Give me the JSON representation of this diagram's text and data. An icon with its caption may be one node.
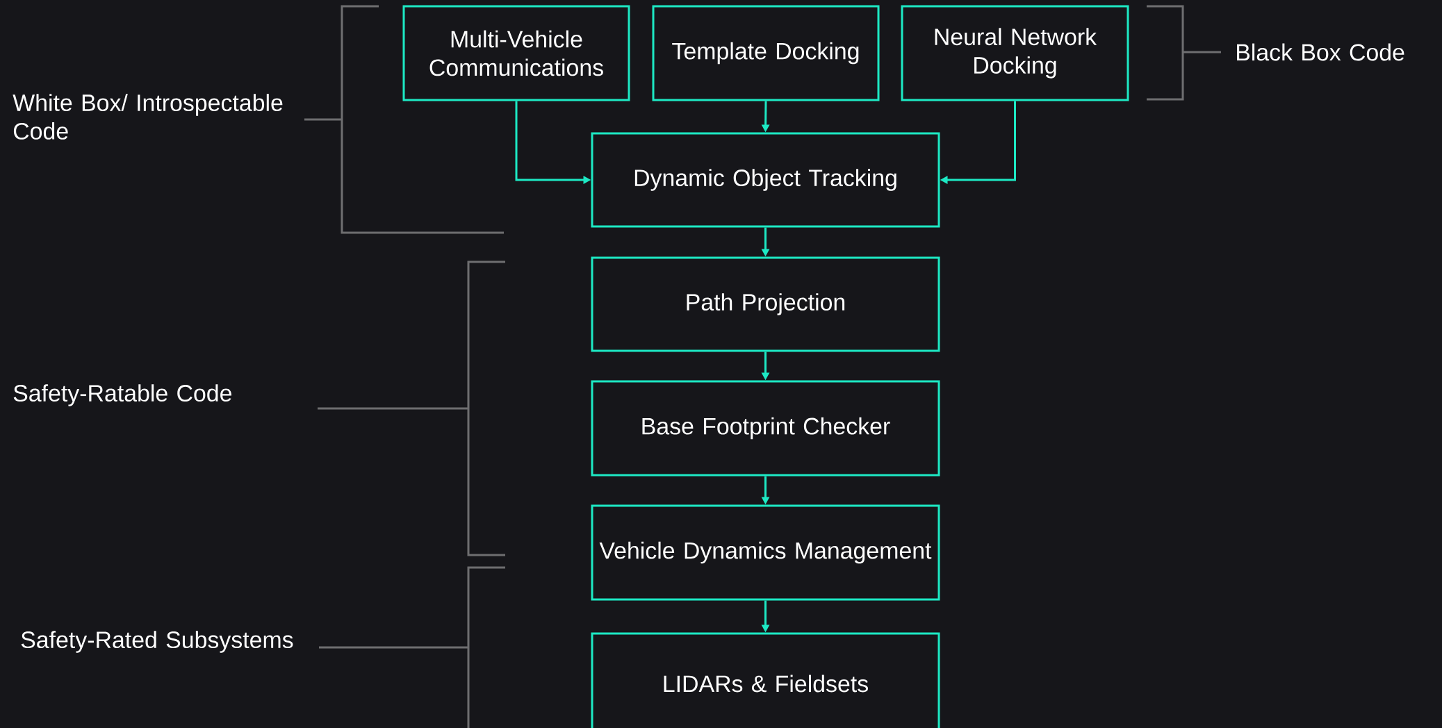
{
  "diagram": {
    "nodes": [
      {
        "text": [
          "Multi-Vehicle Communications"
        ]
      },
      {
        "text": [
          "Template Docking"
        ]
      },
      {
        "text": [
          "Neural Network Docking"
        ]
      },
      {
        "text": [
          "Dynamic Object Tracking"
        ]
      },
      {
        "text": [
          "Path Projection"
        ]
      },
      {
        "text": [
          "Base Footprint Checker"
        ]
      },
      {
        "text": [
          "Vehicle Dynamics Management"
        ]
      },
      {
        "text": [
          "LIDARs & Fieldsets"
        ]
      }
    ],
    "edges": [
      {
        "from": 0,
        "to": 3,
        "arrow": "to"
      },
      {
        "from": 1,
        "to": 3,
        "arrow": "to"
      },
      {
        "from": 2,
        "to": 3,
        "arrow": "to"
      },
      {
        "from": 3,
        "to": 4,
        "arrow": "to"
      },
      {
        "from": 4,
        "to": 5,
        "arrow": "to"
      },
      {
        "from": 5,
        "to": 6,
        "arrow": "to"
      },
      {
        "from": 6,
        "to": 7,
        "arrow": "to"
      }
    ],
    "labels": [
      "Black Box Code",
      "White Box/ Introspectable Code",
      "Safety-Ratable Code",
      "Safety-Rated Subsystems"
    ]
  }
}
